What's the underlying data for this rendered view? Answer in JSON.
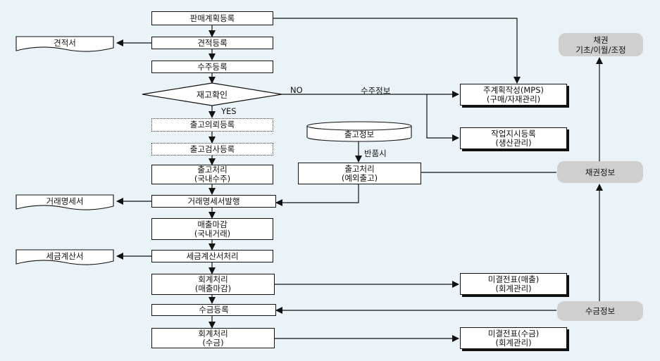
{
  "flow": {
    "sales_plan": "판매계획등록",
    "estimate_reg": "견적등록",
    "order_reg": "수주등록",
    "stock_check": "재고확인",
    "ship_request": "출고의뢰등록",
    "ship_inspect": "출고검사등록",
    "ship_process_domestic": [
      "출고처리",
      "(국내수주)"
    ],
    "statement_issue": "거래명세서발행",
    "sales_close": [
      "매출마감",
      "(국내거래)"
    ],
    "tax_invoice_process": "세금계산서처리",
    "accounting_sales": [
      "회계처리",
      "(매출마감)"
    ],
    "collection_reg": "수금등록",
    "accounting_collection": [
      "회계처리",
      "(수금)"
    ]
  },
  "right": {
    "mps": [
      "주계획작성(MPS)",
      "(구매/자재관리)"
    ],
    "work_order": [
      "작업지시등록",
      "(생산관리)"
    ],
    "ship_process_exception": [
      "출고처리",
      "(예외출고)"
    ],
    "unposted_sales": [
      "미결전표(매출)",
      "(회계관리)"
    ],
    "unposted_collection": [
      "미결전표(수금)",
      "(회계관리)"
    ]
  },
  "docs": {
    "estimate": "견적서",
    "statement": "거래명세서",
    "tax_invoice": "세금계산서"
  },
  "pills": {
    "bond": [
      "채권",
      "기초/이월/조정"
    ],
    "bond_info": "채권정보",
    "collection_info": "수금정보"
  },
  "storage": {
    "ship_info": "출고정보"
  },
  "labels": {
    "no": "NO",
    "yes": "YES",
    "order_info": "수주정보",
    "on_return": "반품시"
  }
}
